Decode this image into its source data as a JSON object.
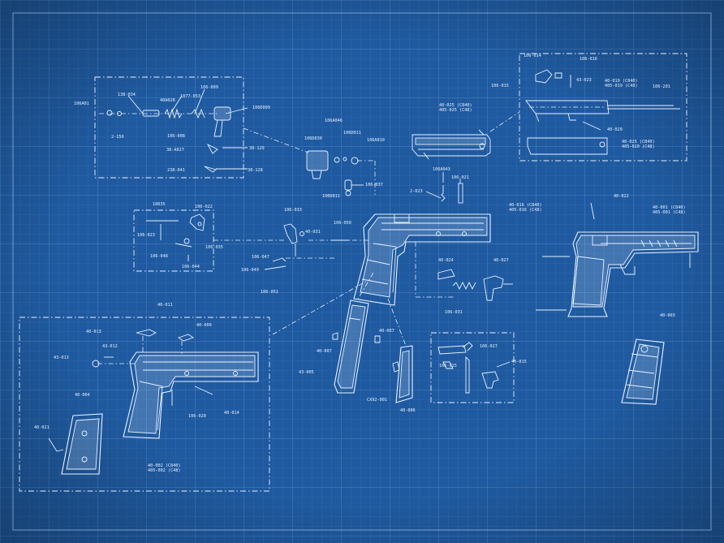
{
  "colors": {
    "background": "#1f5aa0",
    "grid_minor": "#3a73b4",
    "grid_major": "#4c83c0",
    "lines": "#e9f2ff"
  },
  "labels": {
    "top_left_box": {
      "l1": "106A01",
      "l2": "138-034",
      "l3": "2-150",
      "l4": "40A028",
      "l5": "1077-053",
      "l6": "106-009",
      "l7": "106-008",
      "l8": "106D009",
      "l9": "38-A027",
      "l10": "38-128",
      "l11": "38-129",
      "l12": "238-041"
    },
    "center_top": {
      "l1": "106D030",
      "l2": "106A046",
      "l3": "106D011",
      "l4": "106A010",
      "l5": "106D011",
      "l6": "106-037",
      "l7": "106A043",
      "l8": "106-021",
      "l9": "2-023"
    },
    "slide_top": {
      "l1": "40-025 (C840)",
      "l2": "405-025 (C48)"
    },
    "top_right_box": {
      "l1": "106-014",
      "l2": "106-016",
      "l3": "106-015",
      "l4": "43-023",
      "l5": "40-019 (C840)",
      "l6": "405-019 (C48)",
      "l7": "106-201",
      "l8": "40-029",
      "l9": "40-025 (C840)",
      "l10": "405-020 (C48)"
    },
    "left_middle_box": {
      "l1": "18035",
      "l2": "106-022",
      "l3": "106-023",
      "l4": "106-035",
      "l5": "106-048",
      "l6": "106-044"
    },
    "center_middle": {
      "l1": "106-033",
      "l2": "40-031",
      "l3": "106-050",
      "l4": "106-047",
      "l5": "106-049",
      "l6": "106-051",
      "l7": "40-016 (C840)",
      "l8": "405-016 (C48)",
      "l9": "40-024",
      "l10": "40-027",
      "l11": "106-031"
    },
    "right_assembled": {
      "l1": "40-022",
      "l2": "40-001 (C840)",
      "l3": "405-001 (C48)",
      "l4": "40-003"
    },
    "bottom_left_box": {
      "l1": "40-011",
      "l2": "40-013",
      "l3": "40-009",
      "l4": "43-012",
      "l5": "43-013",
      "l6": "40-004",
      "l7": "40-021",
      "l8": "106-020",
      "l9": "40-014",
      "l10": "40-002 (C840)",
      "l11": "405-002 (C48)"
    },
    "center_bottom": {
      "l1": "40-007",
      "l2": "40-007",
      "l3": "43-005",
      "l4": "CX92-001",
      "l5": "40-006"
    },
    "center_bottom_box": {
      "l1": "106-027",
      "l2": "106-025",
      "l3": "40-015"
    }
  }
}
